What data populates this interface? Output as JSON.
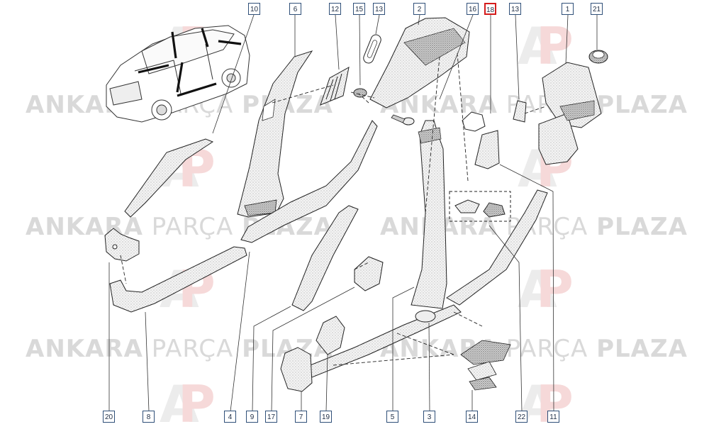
{
  "watermark": {
    "word1": "ANKARA",
    "word2": "PARÇA",
    "word3": "PLAZA"
  },
  "logo": {
    "letter1": "A",
    "letter2": "P"
  },
  "callouts": [
    {
      "label": "10"
    },
    {
      "label": "6"
    },
    {
      "label": "12"
    },
    {
      "label": "15"
    },
    {
      "label": "13"
    },
    {
      "label": "2"
    },
    {
      "label": "16"
    },
    {
      "label": "18"
    },
    {
      "label": "13"
    },
    {
      "label": "1"
    },
    {
      "label": "21"
    },
    {
      "label": "20"
    },
    {
      "label": "8"
    },
    {
      "label": "4"
    },
    {
      "label": "9"
    },
    {
      "label": "17"
    },
    {
      "label": "7"
    },
    {
      "label": "19"
    },
    {
      "label": "5"
    },
    {
      "label": "3"
    },
    {
      "label": "14"
    },
    {
      "label": "22"
    },
    {
      "label": "11"
    }
  ],
  "highlight_color": "#d41c1c",
  "frame_color": "#2f4f78"
}
